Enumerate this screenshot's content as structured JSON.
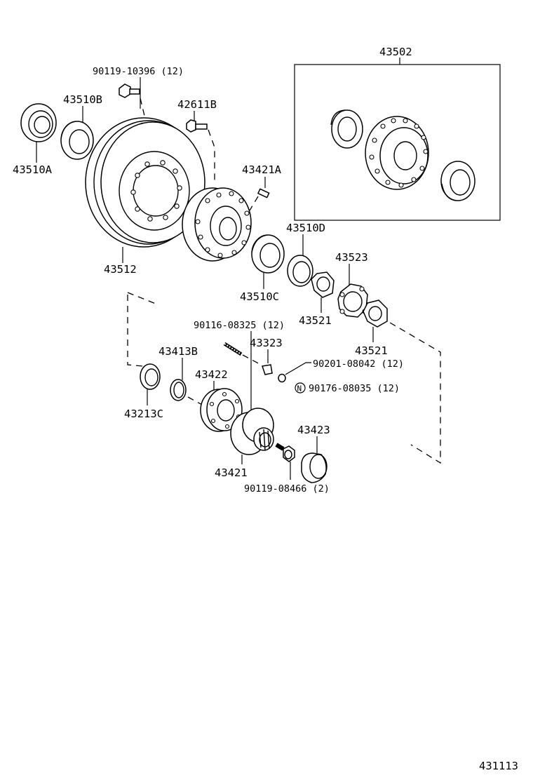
{
  "labels": {
    "p43502": "43502",
    "p90119_10396": "90119-10396 (12)",
    "p43510B": "43510B",
    "p42611B": "42611B",
    "p43421A": "43421A",
    "p43510A": "43510A",
    "p43512": "43512",
    "p43510D": "43510D",
    "p43523": "43523",
    "p43510C": "43510C",
    "p43521_top": "43521",
    "p43521_bot": "43521",
    "p90116_08325": "90116-08325 (12)",
    "p43413B": "43413B",
    "p43323": "43323",
    "p90201_08042": "90201-08042 (12)",
    "p43422": "43422",
    "p90176_08035": "90176-08035 (12)",
    "n_mark": "N",
    "p43213C": "43213C",
    "p43423": "43423",
    "p43421": "43421",
    "p90119_08466": "90119-08466 (2)"
  },
  "figure_number": "431113"
}
